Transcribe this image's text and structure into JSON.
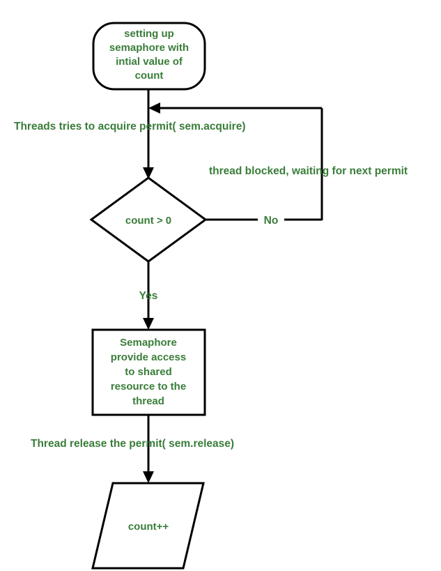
{
  "diagram": {
    "title": "Semaphore flow chart",
    "colors": {
      "text": "#3a7d3a",
      "stroke": "#000000",
      "background": "#ffffff"
    },
    "nodes": {
      "start": {
        "shape": "rounded-rectangle",
        "lines": [
          "setting up",
          "semaphore with",
          "intial value of",
          "count"
        ]
      },
      "decision": {
        "shape": "diamond",
        "label": "count > 0"
      },
      "process": {
        "shape": "rectangle",
        "lines": [
          "Semaphore",
          "provide access",
          "to shared",
          "resource to the",
          "thread"
        ]
      },
      "io": {
        "shape": "parallelogram",
        "label": "count++"
      }
    },
    "edges": {
      "acquire": "Threads tries to acquire permit( sem.acquire)",
      "blocked": "thread blocked, waiting for next permit",
      "no": "No",
      "yes": "Yes",
      "release": "Thread release the permit( sem.release)"
    }
  }
}
